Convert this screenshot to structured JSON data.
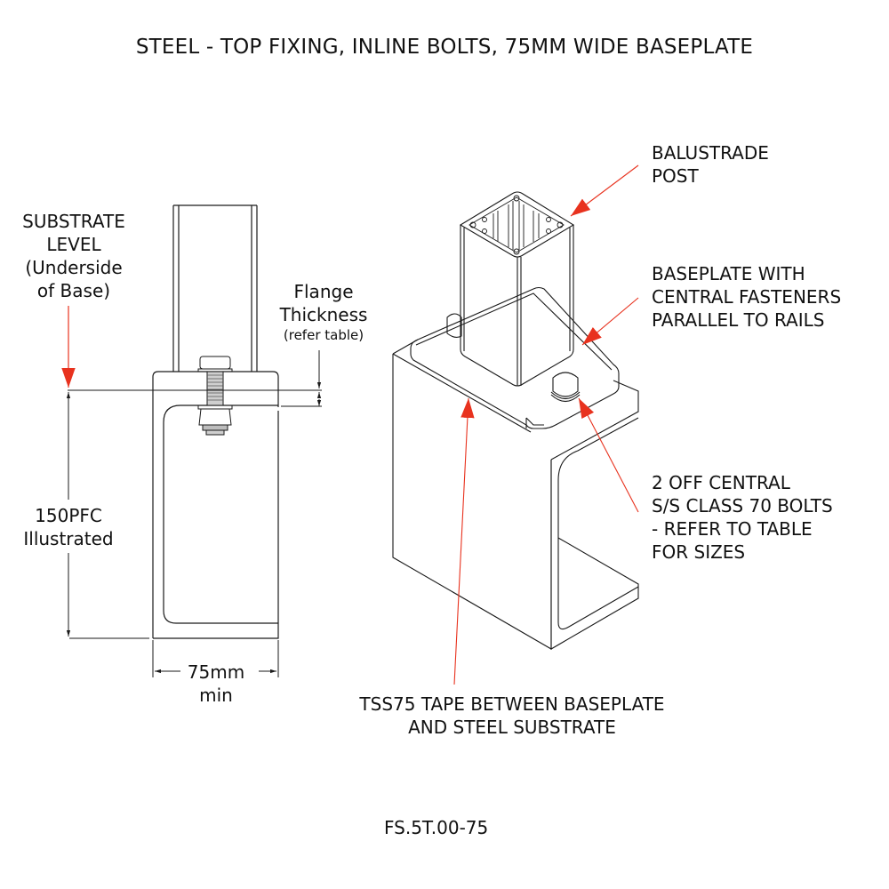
{
  "title": "STEEL - TOP FIXING, INLINE BOLTS, 75MM WIDE BASEPLATE",
  "drawing_code": "FS.5T.00-75",
  "colors": {
    "line": "#1a1a1a",
    "leader": "#e8321e",
    "background": "#ffffff"
  },
  "left_view": {
    "substrate_label": [
      "SUBSTRATE",
      "LEVEL",
      "(Underside",
      "of Base)"
    ],
    "flange_label": [
      "Flange",
      "Thickness"
    ],
    "flange_note": "(refer table)",
    "height_label": [
      "150PFC",
      "Illustrated"
    ],
    "width_label": [
      "75mm",
      "min"
    ]
  },
  "right_view": {
    "post_label": [
      "BALUSTRADE",
      "POST"
    ],
    "baseplate_label": [
      "BASEPLATE WITH",
      "CENTRAL FASTENERS",
      "PARALLEL TO RAILS"
    ],
    "bolts_label": [
      "2 OFF CENTRAL",
      "S/S CLASS 70 BOLTS",
      "- REFER TO TABLE",
      "FOR SIZES"
    ],
    "tape_label": [
      "TSS75 TAPE BETWEEN BASEPLATE",
      "AND STEEL SUBSTRATE"
    ]
  }
}
